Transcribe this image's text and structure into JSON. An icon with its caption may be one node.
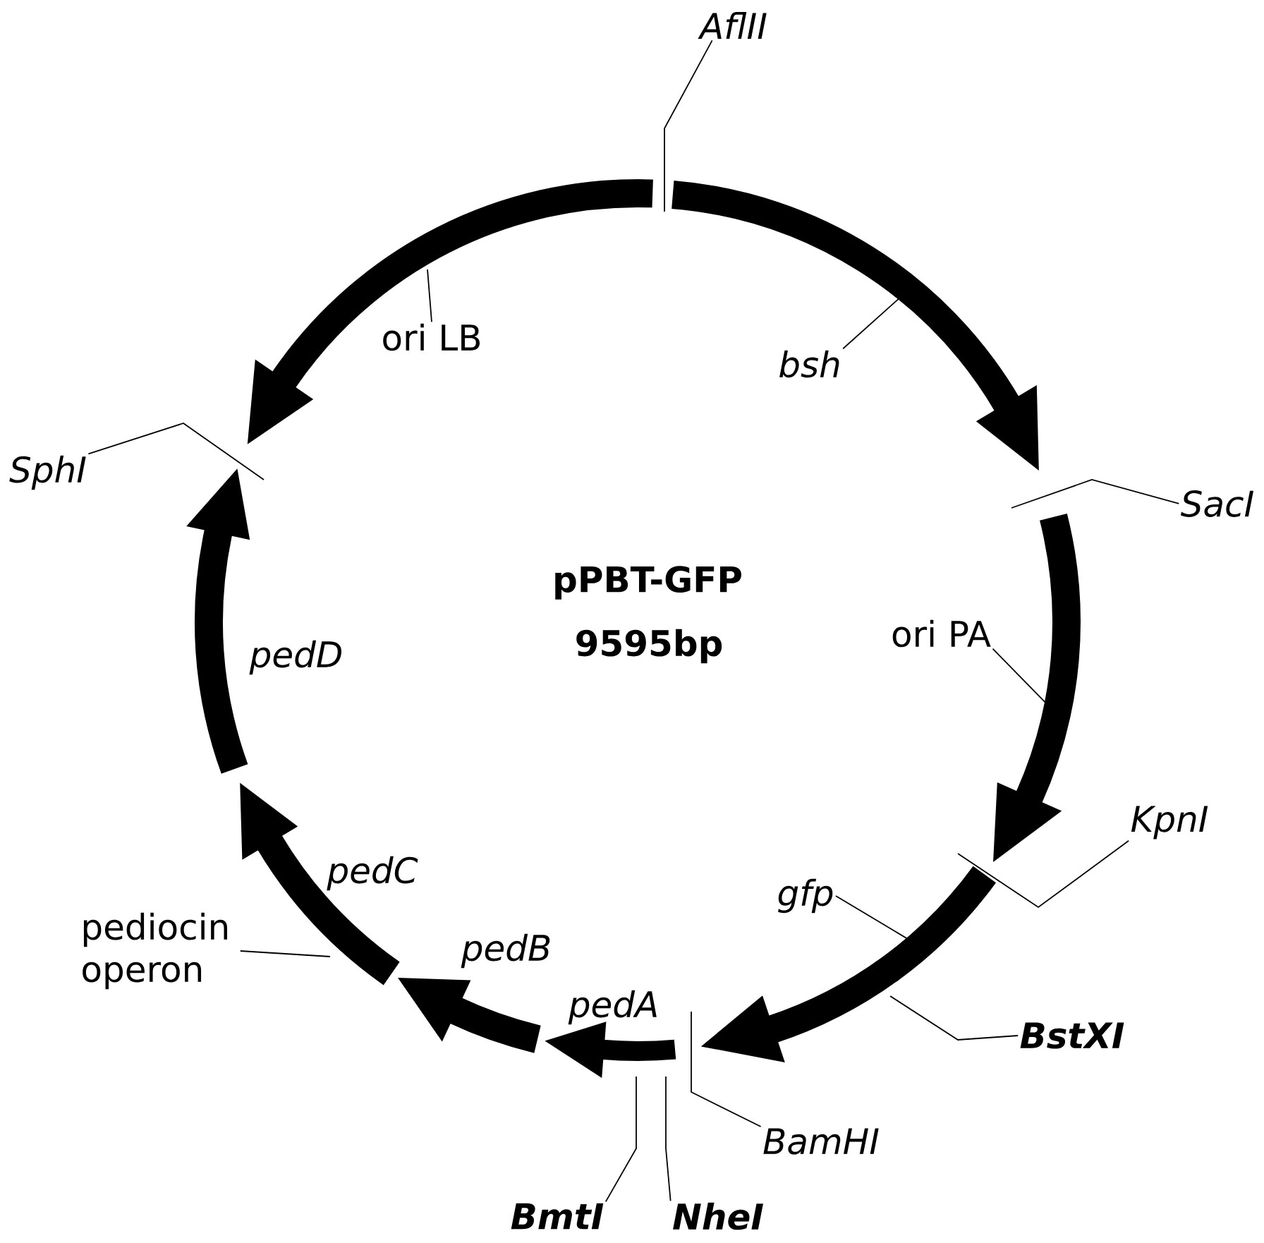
{
  "diagram": {
    "nodes": [
      {
        "text": [
          "AflII"
        ]
      },
      {
        "text": [
          "ori LB"
        ]
      },
      {
        "text": [
          "bsh"
        ]
      },
      {
        "text": [
          "SphI"
        ]
      },
      {
        "text": [
          "SacI"
        ]
      },
      {
        "text": [
          "ori PA"
        ]
      },
      {
        "text": [
          "KpnI"
        ]
      },
      {
        "text": [
          "gfp"
        ]
      },
      {
        "text": [
          "pediocin operon"
        ]
      },
      {
        "text": [
          "BstXI"
        ]
      },
      {
        "text": [
          "BamHI"
        ]
      },
      {
        "text": [
          "BmtI"
        ]
      },
      {
        "text": [
          "NheI"
        ]
      }
    ],
    "edges": [
      {
        "from": 0,
        "to": null,
        "arrow": "none"
      },
      {
        "from": 1,
        "to": null,
        "arrow": "none"
      },
      {
        "from": 2,
        "to": null,
        "arrow": "none"
      },
      {
        "from": 3,
        "to": null,
        "arrow": "none"
      },
      {
        "from": 4,
        "to": null,
        "arrow": "none"
      },
      {
        "from": 5,
        "to": null,
        "arrow": "none"
      },
      {
        "from": 6,
        "to": null,
        "arrow": "none"
      },
      {
        "from": 7,
        "to": null,
        "arrow": "none"
      },
      {
        "from": 8,
        "to": null,
        "arrow": "none"
      },
      {
        "from": 9,
        "to": null,
        "arrow": "none"
      },
      {
        "from": 10,
        "to": null,
        "arrow": "none"
      },
      {
        "from": 11,
        "to": null,
        "arrow": "none"
      },
      {
        "from": 12,
        "to": null,
        "arrow": "none"
      }
    ],
    "labels": [
      "pPBT-GFP",
      "9595bp",
      "pedD",
      "pedC",
      "pedB",
      "pedA"
    ]
  }
}
